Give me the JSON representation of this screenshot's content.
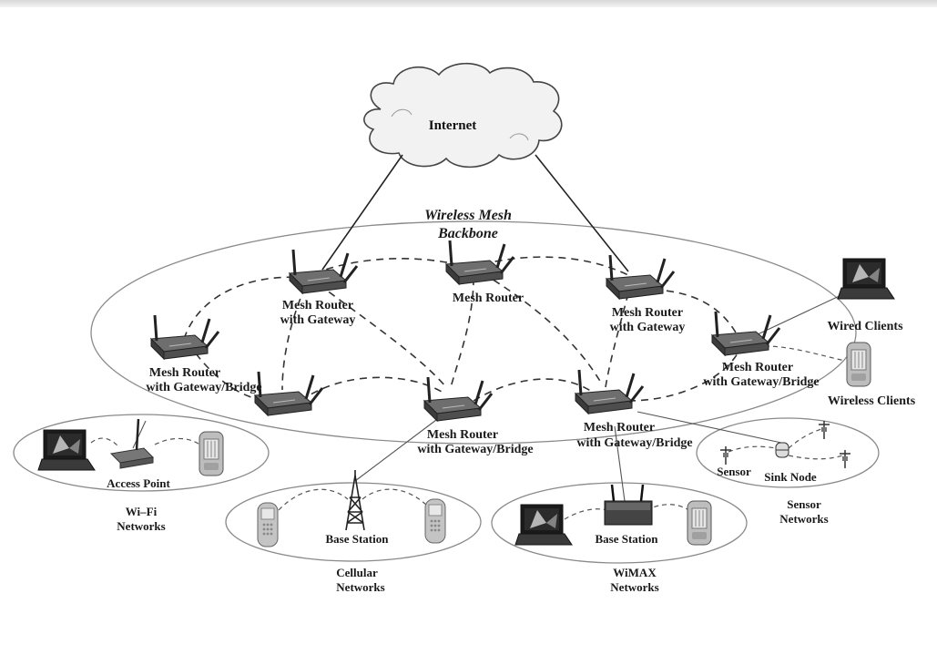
{
  "cloud_label": "Internet",
  "backbone": {
    "line1": "Wireless Mesh",
    "line2": "Backbone"
  },
  "routers": {
    "r1": {
      "line1": "Mesh Router",
      "line2": "with Gateway"
    },
    "r2": {
      "line1": "Mesh Router"
    },
    "r3": {
      "line1": "Mesh Router",
      "line2": "with Gateway"
    },
    "r4": {
      "line1": "Mesh Router",
      "line2": "with Gateway/Bridge"
    },
    "r5": {
      "line1": "Mesh Router",
      "line2": "with Gateway/Bridge"
    },
    "r6": {
      "line1": "Mesh Router",
      "line2": "with Gateway/Bridge"
    },
    "r7": {
      "line1": "Mesh Router",
      "line2": "with Gateway/Bridge"
    }
  },
  "clients": {
    "wired": "Wired Clients",
    "wireless": "Wireless Clients"
  },
  "wifi": {
    "device": "Access Point",
    "line1": "Wi–Fi",
    "line2": "Networks"
  },
  "cellular": {
    "device": "Base Station",
    "line1": "Cellular",
    "line2": "Networks"
  },
  "wimax": {
    "device": "Base Station",
    "line1": "WiMAX",
    "line2": "Networks"
  },
  "sensor": {
    "sensor_label": "Sensor",
    "sink_label": "Sink Node",
    "line1": "Sensor",
    "line2": "Networks"
  }
}
